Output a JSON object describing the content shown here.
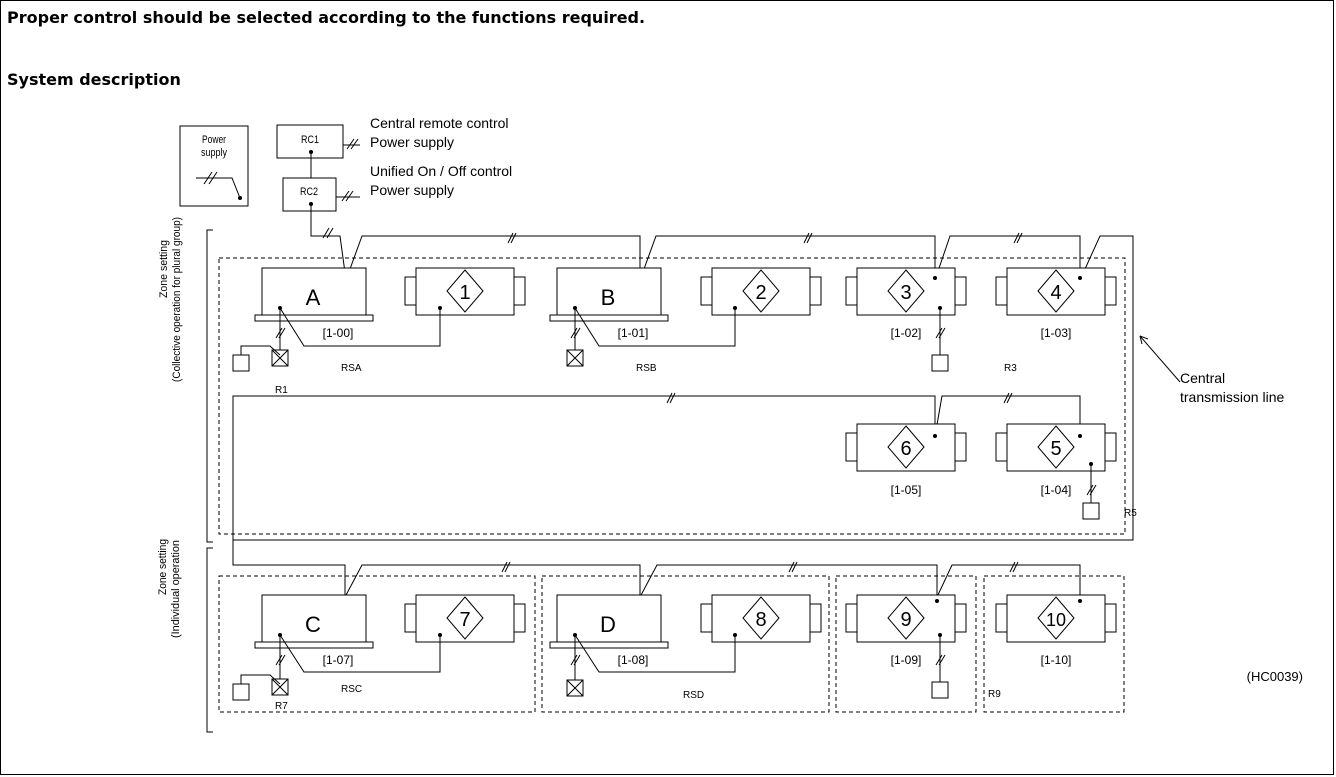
{
  "heading": "Proper control should be selected according to the functions required.",
  "section_title": "System description",
  "power_legend": {
    "line1": "Power",
    "line2": "supply"
  },
  "remote_controls": [
    {
      "id": "RC1",
      "desc1": "Central remote control",
      "desc2": "Power supply"
    },
    {
      "id": "RC2",
      "desc1": "Unified On / Off control",
      "desc2": "Power supply"
    }
  ],
  "zones": [
    {
      "title": "Zone setting",
      "subtitle": "(Collective operation for plural group)"
    },
    {
      "title": "Zone setting",
      "subtitle": "(Individual operation"
    }
  ],
  "outdoor_units": [
    "A",
    "B",
    "C",
    "D"
  ],
  "indoor_units": [
    {
      "num": "1",
      "addr": ""
    },
    {
      "num": "2",
      "addr": ""
    },
    {
      "num": "3",
      "addr": "[1-02]"
    },
    {
      "num": "4",
      "addr": "[1-03]"
    },
    {
      "num": "5",
      "addr": "[1-04]"
    },
    {
      "num": "6",
      "addr": "[1-05]"
    },
    {
      "num": "7",
      "addr": ""
    },
    {
      "num": "8",
      "addr": ""
    },
    {
      "num": "9",
      "addr": "[1-09]"
    },
    {
      "num": "10",
      "addr": "[1-10]"
    }
  ],
  "outdoor_addresses": [
    "[1-00]",
    "[1-01]",
    "[1-07]",
    "[1-08]"
  ],
  "remote_labels": [
    "R1",
    "RSA",
    "RSB",
    "R3",
    "R5",
    "R7",
    "RSC",
    "RSD",
    "R9"
  ],
  "central_line_label": {
    "line1": "Central",
    "line2": "transmission line"
  },
  "figure_code": "(HC0039)"
}
